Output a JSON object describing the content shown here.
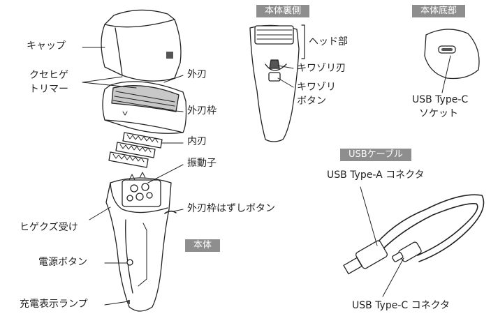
{
  "section_headers": {
    "body_back": "本体裏側",
    "body_bottom": "本体底部",
    "usb_cable": "USBケーブル",
    "body": "本体"
  },
  "labels": {
    "cap": "キャップ",
    "kuse_hige_trimmer_1": "クセヒゲ",
    "kuse_hige_trimmer_2": "トリマー",
    "outer_blade": "外刃",
    "outer_blade_frame": "外刃枠",
    "inner_blade": "内刃",
    "vibrator": "振動子",
    "frame_release_button": "外刃枠はずしボタン",
    "beard_tray": "ヒゲクズ受け",
    "power_button": "電源ボタン",
    "charge_lamp": "充電表示ランプ",
    "head_part": "ヘッド部",
    "kiwazori_blade": "キワゾリ刃",
    "kiwazori_button_1": "キワゾリ",
    "kiwazori_button_2": "ボタン",
    "usb_c_socket_1": "USB Type-C",
    "usb_c_socket_2": "ソケット",
    "usb_a_connector": "USB Type-A コネクタ",
    "usb_c_connector": "USB Type-C コネクタ"
  },
  "colors": {
    "stroke": "#222222",
    "badge_bg": "#8e8e8e",
    "gray_fill": "#c8c8c8",
    "dark_fill": "#555555"
  }
}
